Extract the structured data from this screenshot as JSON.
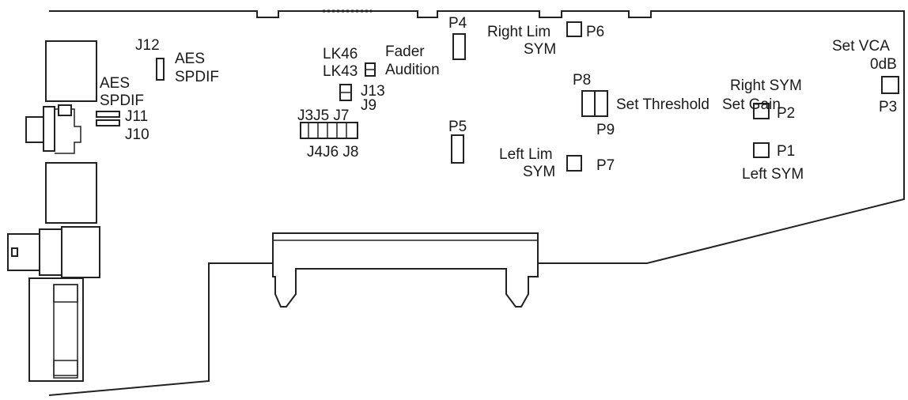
{
  "labels": {
    "j12": "J12",
    "aes_top": "AES",
    "spdif_top": "SPDIF",
    "aes_left": "AES",
    "spdif_left": "SPDIF",
    "j11": "J11",
    "j10": "J10",
    "lk46": "LK46",
    "lk43": "LK43",
    "fader": "Fader",
    "audition": "Audition",
    "j13": "J13",
    "j9": "J9",
    "j3j5j7": "J3J5 J7",
    "j4j6j8": "J4J6 J8",
    "p4": "P4",
    "p5": "P5",
    "right_lim": "Right Lim",
    "right_lim_sym": "SYM",
    "p6": "P6",
    "left_lim": "Left Lim",
    "left_lim_sym": "SYM",
    "p7": "P7",
    "p8": "P8",
    "p9": "P9",
    "set_threshold": "Set Threshold",
    "set_gain": "Set Gain",
    "right_sym": "Right SYM",
    "p2": "P2",
    "p1": "P1",
    "left_sym": "Left SYM",
    "set_vca": "Set VCA",
    "zero_db": "0dB",
    "p3": "P3"
  }
}
